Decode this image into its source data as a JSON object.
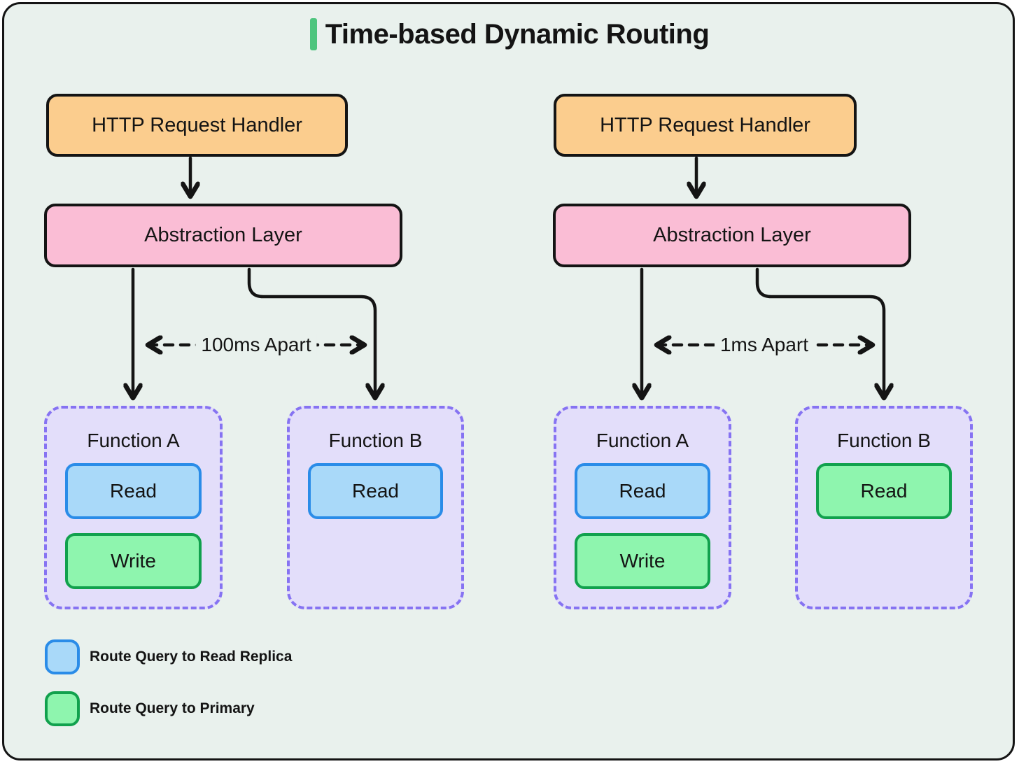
{
  "title": {
    "text": "Time-based Dynamic Routing"
  },
  "colors": {
    "background": "#e9f1ed",
    "outline": "#141414",
    "title_accent": "#4ec57e",
    "handler_fill": "#fbcd8e",
    "abstraction_fill": "#fabdd5",
    "function_fill": "#e3defa",
    "function_border": "#8673f2",
    "read_replica_fill": "#a9d9f9",
    "read_replica_border": "#2a8ce8",
    "primary_fill": "#8ef5ae",
    "primary_border": "#11a14d"
  },
  "flows": [
    {
      "handler_label": "HTTP Request Handler",
      "abstraction_label": "Abstraction Layer",
      "timing_label": "100ms Apart",
      "functions": [
        {
          "label": "Function A",
          "operations": [
            {
              "label": "Read",
              "route": "read-replica"
            },
            {
              "label": "Write",
              "route": "primary"
            }
          ]
        },
        {
          "label": "Function B",
          "operations": [
            {
              "label": "Read",
              "route": "read-replica"
            }
          ]
        }
      ]
    },
    {
      "handler_label": "HTTP Request Handler",
      "abstraction_label": "Abstraction Layer",
      "timing_label": "1ms Apart",
      "functions": [
        {
          "label": "Function A",
          "operations": [
            {
              "label": "Read",
              "route": "read-replica"
            },
            {
              "label": "Write",
              "route": "primary"
            }
          ]
        },
        {
          "label": "Function B",
          "operations": [
            {
              "label": "Read",
              "route": "primary"
            }
          ]
        }
      ]
    }
  ],
  "legend": {
    "items": [
      {
        "label": "Route Query to Read Replica",
        "route": "read-replica"
      },
      {
        "label": "Route Query to Primary",
        "route": "primary"
      }
    ]
  }
}
